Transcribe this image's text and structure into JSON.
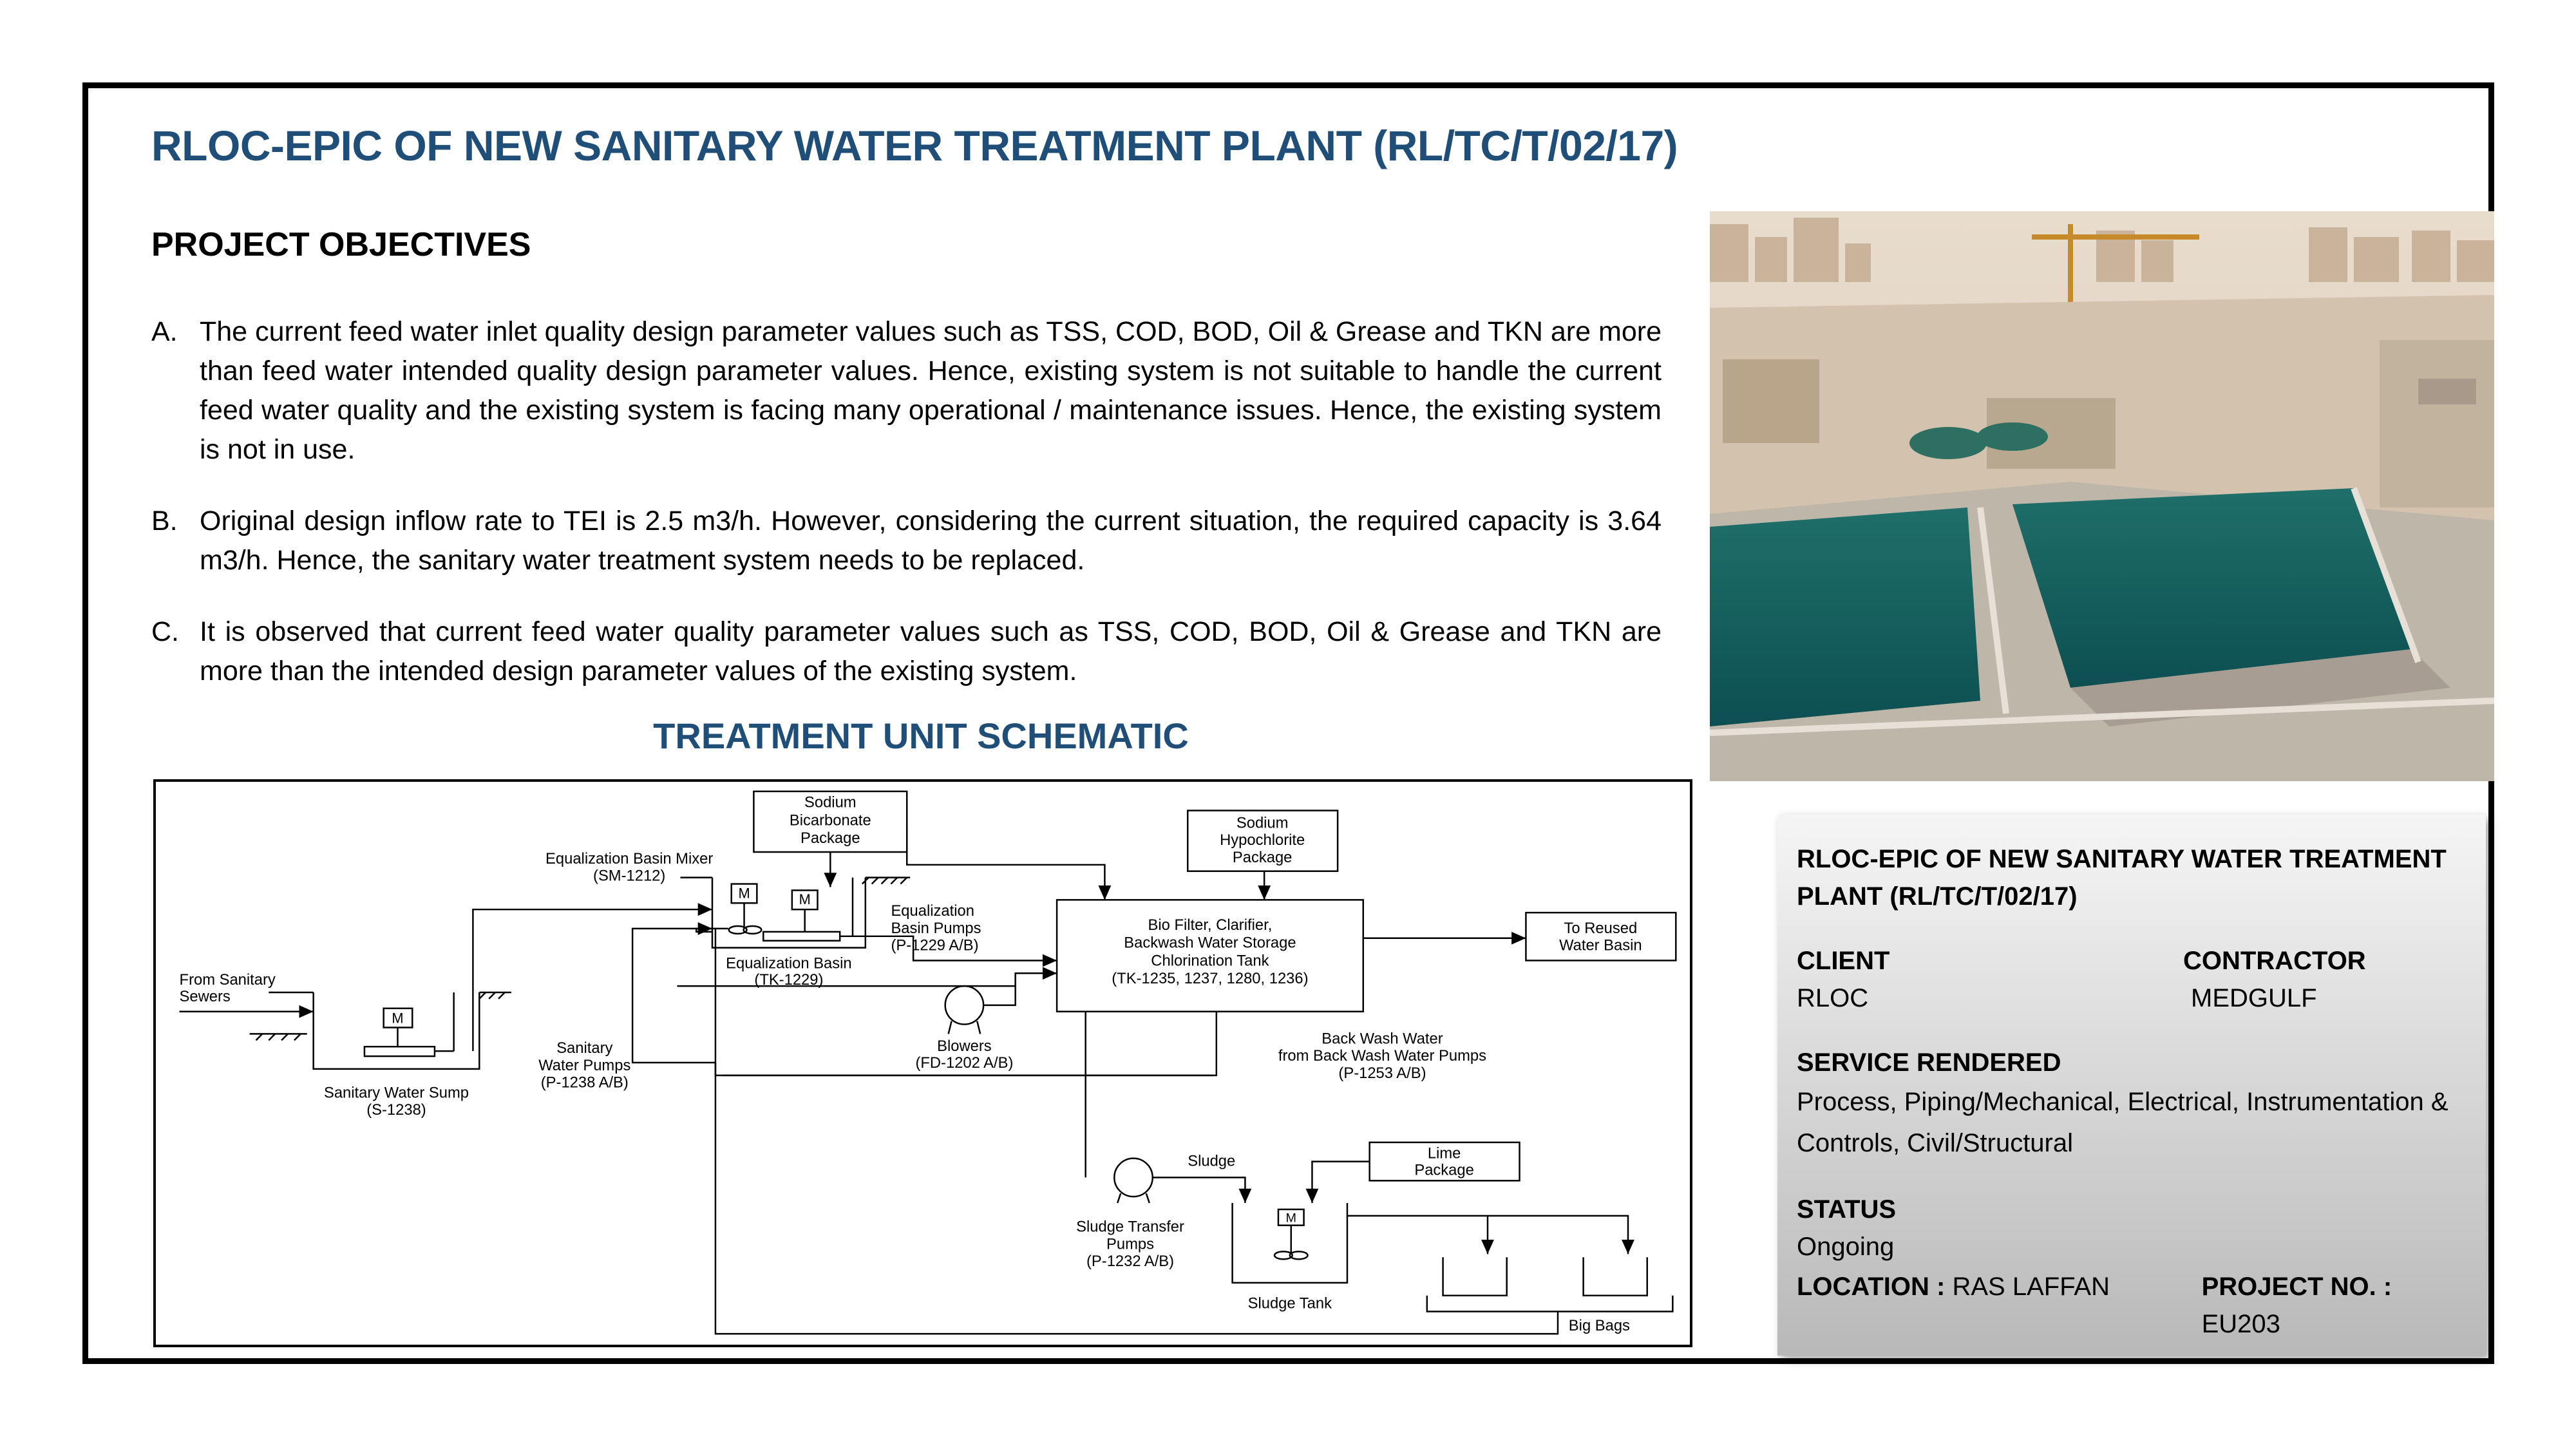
{
  "title": "RLOC-EPIC OF NEW SANITARY WATER TREATMENT PLANT (RL/TC/T/02/17)",
  "objectives": {
    "heading": "PROJECT OBJECTIVES",
    "items": [
      {
        "letter": "A.",
        "text": "The current feed water inlet quality design parameter values such as TSS, COD, BOD, Oil & Grease and TKN are more than feed water intended quality design parameter values. Hence, existing system is not suitable to handle the current feed water quality and the existing system is facing many operational / maintenance issues. Hence, the existing system is not in use."
      },
      {
        "letter": "B.",
        "text": "Original design inflow rate to TEI is 2.5 m3/h. However, considering the current situation, the required capacity is 3.64 m3/h. Hence, the sanitary water treatment system needs to be replaced."
      },
      {
        "letter": "C.",
        "text": "It is observed that current feed water quality parameter values such as TSS, COD, BOD, Oil & Grease and TKN are more than the intended design parameter values of the existing system."
      }
    ]
  },
  "schematic": {
    "heading": "TREATMENT UNIT SCHEMATIC",
    "labels": {
      "sodium_bicarbonate_1": "Sodium",
      "sodium_bicarbonate_2": "Bicarbonate",
      "sodium_bicarbonate_3": "Package",
      "sodium_hypo_1": "Sodium",
      "sodium_hypo_2": "Hypochlorite",
      "sodium_hypo_3": "Package",
      "eq_mixer_1": "Equalization Basin Mixer",
      "eq_mixer_2": "(SM-1212)",
      "eq_pumps_1": "Equalization",
      "eq_pumps_2": "Basin Pumps",
      "eq_pumps_3": "(P-1229 A/B)",
      "eq_basin_1": "Equalization Basin",
      "eq_basin_2": "(TK-1229)",
      "biofilter_1": "Bio Filter, Clarifier,",
      "biofilter_2": "Backwash Water Storage",
      "biofilter_3": "Chlorination Tank",
      "biofilter_4": "(TK-1235, 1237, 1280, 1236)",
      "reused_1": "To Reused",
      "reused_2": "Water Basin",
      "from_sanitary_1": "From Sanitary",
      "from_sanitary_2": "Sewers",
      "sanitary_pumps_1": "Sanitary",
      "sanitary_pumps_2": "Water Pumps",
      "sanitary_pumps_3": "(P-1238 A/B)",
      "sump_1": "Sanitary Water Sump",
      "sump_2": "(S-1238)",
      "blowers_1": "Blowers",
      "blowers_2": "(FD-1202 A/B)",
      "backwash_1": "Back Wash Water",
      "backwash_2": "from Back Wash Water Pumps",
      "backwash_3": "(P-1253 A/B)",
      "sludge": "Sludge",
      "lime_1": "Lime",
      "lime_2": "Package",
      "sludge_pumps_1": "Sludge Transfer",
      "sludge_pumps_2": "Pumps",
      "sludge_pumps_3": "(P-1232 A/B)",
      "sludge_tank": "Sludge Tank",
      "big_bags": "Big Bags",
      "motor": "M"
    }
  },
  "info": {
    "title": "RLOC-EPIC OF NEW SANITARY WATER TREATMENT PLANT (RL/TC/T/02/17)",
    "client_label": "CLIENT",
    "client_value": "RLOC",
    "contractor_label": "CONTRACTOR",
    "contractor_value": "MEDGULF",
    "service_label": "SERVICE RENDERED",
    "service_value": "Process, Piping/Mechanical, Electrical, Instrumentation & Controls, Civil/Structural",
    "status_label": "STATUS",
    "status_value": "Ongoing",
    "location_label": "LOCATION :",
    "location_value": "RAS LAFFAN",
    "project_no_label": "PROJECT NO. :",
    "project_no_value": "EU203"
  }
}
